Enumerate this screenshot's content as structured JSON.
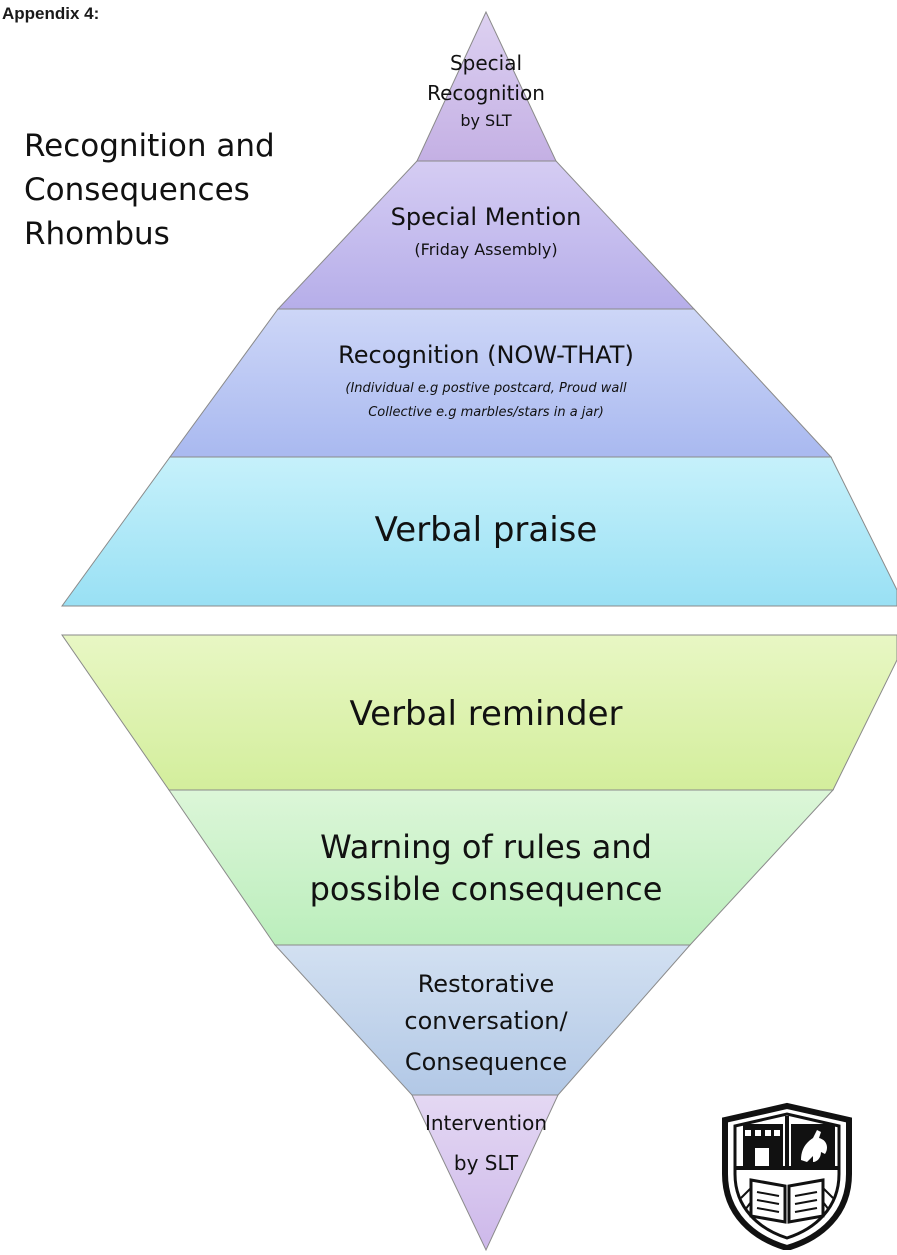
{
  "header": {
    "appendix": "Appendix 4:"
  },
  "title": {
    "line1": "Recognition and",
    "line2": "Consequences",
    "line3": "Rhombus"
  },
  "recognition_pyramid": {
    "tier1": {
      "line1": "Special",
      "line2": "Recognition",
      "line3": "by SLT"
    },
    "tier2": {
      "line1": "Special Mention",
      "line2": "(Friday Assembly)"
    },
    "tier3": {
      "line1": "Recognition (NOW-THAT)",
      "line2": "(Individual e.g postive postcard, Proud wall",
      "line3": "Collective e.g marbles/stars in a jar)"
    },
    "tier4": {
      "line1": "Verbal praise"
    }
  },
  "consequence_pyramid": {
    "tier1": {
      "line1": "Verbal reminder"
    },
    "tier2": {
      "line1": "Warning of rules and",
      "line2": "possible consequence"
    },
    "tier3": {
      "line1": "Restorative",
      "line2": "conversation/",
      "line3": "Consequence"
    },
    "tier4": {
      "line1": "Intervention",
      "line2": "by SLT"
    }
  },
  "colors": {
    "purple": "#c8b6e6",
    "lavender": "#bdb5ec",
    "periwinkle": "#b4c1f2",
    "sky": "#a9e6f6",
    "lime": "#d9f0a6",
    "mint": "#c7f0c4",
    "steel": "#b9cde6",
    "lilac": "#d6c4ec",
    "outline": "#8a8a8a"
  },
  "logo": {
    "icon": "school-crest-icon"
  }
}
